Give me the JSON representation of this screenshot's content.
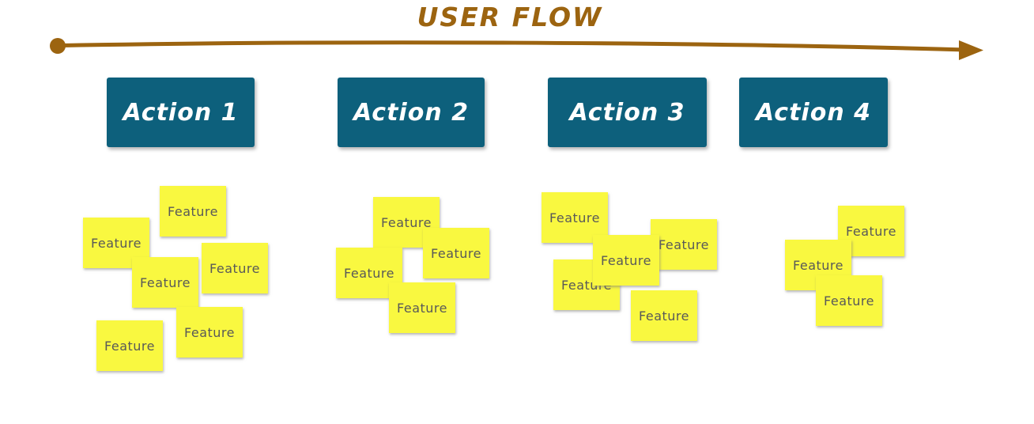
{
  "page": {
    "title": "USER FLOW"
  },
  "colors": {
    "arrow_brown": "#9C6410",
    "action_teal": "#0D607C",
    "action_text": "#FFFFFF",
    "note_yellow": "#F9F840",
    "note_text": "#595959",
    "background": "#FFFFFF"
  },
  "columns": [
    {
      "action_label": "Action 1",
      "features": [
        "Feature",
        "Feature",
        "Feature",
        "Feature",
        "Feature",
        "Feature"
      ]
    },
    {
      "action_label": "Action 2",
      "features": [
        "Feature",
        "Feature",
        "Feature",
        "Feature"
      ]
    },
    {
      "action_label": "Action 3",
      "features": [
        "Feature",
        "Feature",
        "Feature",
        "Feature",
        "Feature"
      ]
    },
    {
      "action_label": "Action 4",
      "features": [
        "Feature",
        "Feature",
        "Feature"
      ]
    }
  ]
}
